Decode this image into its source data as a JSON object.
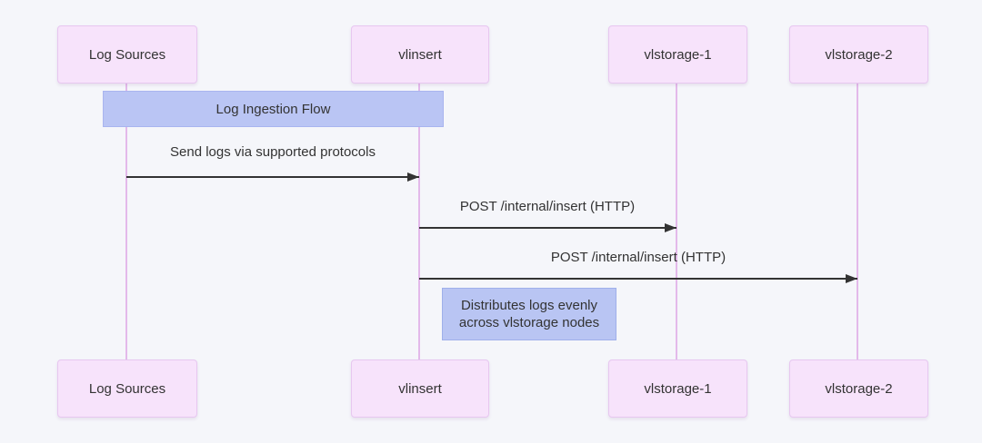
{
  "diagram": {
    "type": "sequence",
    "title": {
      "label": "Log Ingestion Flow"
    },
    "actors": [
      {
        "id": "log-sources",
        "label": "Log Sources"
      },
      {
        "id": "vlinsert",
        "label": "vlinsert"
      },
      {
        "id": "vlstorage-1",
        "label": "vlstorage-1"
      },
      {
        "id": "vlstorage-2",
        "label": "vlstorage-2"
      }
    ],
    "messages": [
      {
        "from": "Log Sources",
        "to": "vlinsert",
        "label": "Send logs via supported protocols",
        "arrow": "solid-filled-head"
      },
      {
        "from": "vlinsert",
        "to": "vlstorage-1",
        "label": "POST /internal/insert (HTTP)",
        "arrow": "solid-filled-head"
      },
      {
        "from": "vlinsert",
        "to": "vlstorage-2",
        "label": "POST /internal/insert (HTTP)",
        "arrow": "solid-filled-head"
      }
    ],
    "note": {
      "attached_to": "vlinsert",
      "lines": [
        "Distributes logs evenly",
        "across vlstorage nodes"
      ]
    },
    "colors": {
      "page_bg": "#f5f6fa",
      "actor_fill": "#f7e3fb",
      "actor_border": "#e7c7f0",
      "lifeline": "#e3b9ea",
      "banner_fill": "#bac5f4",
      "banner_border": "#a9b5ef",
      "note_fill": "#b9c5f3",
      "note_border": "#9fb0ea",
      "arrow": "#333333",
      "text": "#333333"
    }
  }
}
